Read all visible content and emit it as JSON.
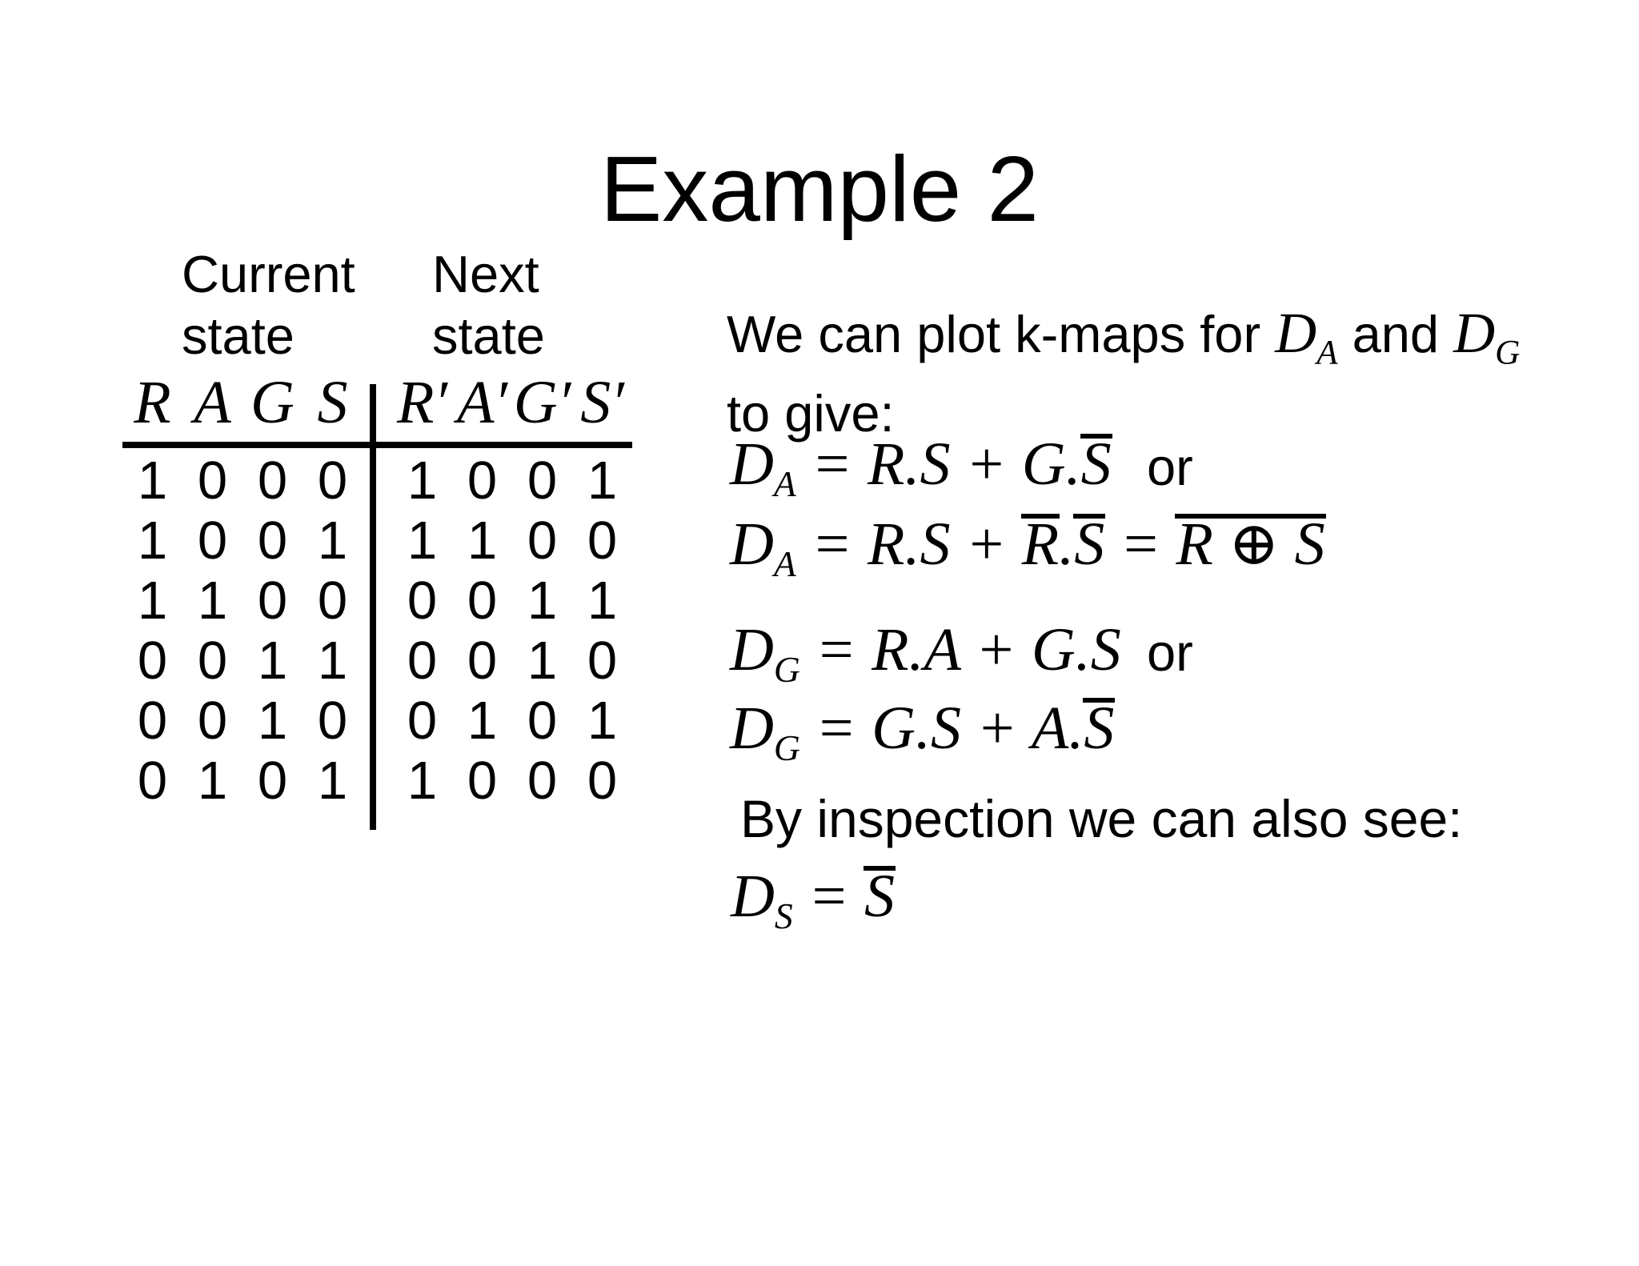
{
  "title": "Example 2",
  "table": {
    "current_label_line1": "Current",
    "current_label_line2": "state",
    "next_label_line1": "Next",
    "next_label_line2": "state",
    "headers_current": [
      "R",
      "A",
      "G",
      "S"
    ],
    "headers_next": [
      "R′",
      "A′",
      "G′",
      "S′"
    ],
    "rows": [
      {
        "current": [
          "1",
          "0",
          "0",
          "0"
        ],
        "next": [
          "1",
          "0",
          "0",
          "1"
        ]
      },
      {
        "current": [
          "1",
          "0",
          "0",
          "1"
        ],
        "next": [
          "1",
          "1",
          "0",
          "0"
        ]
      },
      {
        "current": [
          "1",
          "1",
          "0",
          "0"
        ],
        "next": [
          "0",
          "0",
          "1",
          "1"
        ]
      },
      {
        "current": [
          "0",
          "0",
          "1",
          "1"
        ],
        "next": [
          "0",
          "0",
          "1",
          "0"
        ]
      },
      {
        "current": [
          "0",
          "0",
          "1",
          "0"
        ],
        "next": [
          "0",
          "1",
          "0",
          "1"
        ]
      },
      {
        "current": [
          "0",
          "1",
          "0",
          "1"
        ],
        "next": [
          "1",
          "0",
          "0",
          "0"
        ]
      }
    ]
  },
  "intro": {
    "prefix": "We can plot k-maps for ",
    "da_base": "D",
    "da_sub": "A",
    "and_text": " and ",
    "dg_base": "D",
    "dg_sub": "G",
    "line2": "to give:"
  },
  "or_label": "or",
  "by_inspection": "By inspection we can also see:",
  "equations": {
    "da_form1": {
      "tokens": [
        {
          "t": "D"
        },
        {
          "t": "A",
          "s": "sub"
        },
        {
          "t": " = R.S + G."
        },
        {
          "t": "S",
          "s": "bar"
        }
      ]
    },
    "da_form2": {
      "tokens": [
        {
          "t": "D"
        },
        {
          "t": "A",
          "s": "sub"
        },
        {
          "t": " = R.S + "
        },
        {
          "t": "R",
          "s": "bar"
        },
        {
          "t": "."
        },
        {
          "t": "S",
          "s": "bar"
        },
        {
          "t": " = "
        },
        {
          "t": "R ⊕ S",
          "s": "bar"
        }
      ]
    },
    "dg_form1": {
      "tokens": [
        {
          "t": "D"
        },
        {
          "t": "G",
          "s": "sub"
        },
        {
          "t": " = R.A + G.S"
        }
      ]
    },
    "dg_form2": {
      "tokens": [
        {
          "t": "D"
        },
        {
          "t": "G",
          "s": "sub"
        },
        {
          "t": " = G.S + A."
        },
        {
          "t": "S",
          "s": "bar"
        }
      ]
    },
    "ds_form": {
      "tokens": [
        {
          "t": "D"
        },
        {
          "t": "S",
          "s": "sub"
        },
        {
          "t": " = "
        },
        {
          "t": "S",
          "s": "bar"
        }
      ]
    }
  }
}
